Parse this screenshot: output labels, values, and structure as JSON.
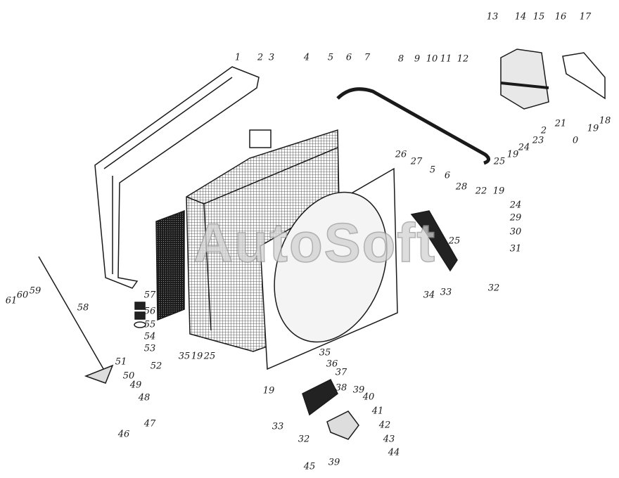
{
  "watermark": "AutoSoft",
  "labels": [
    "1",
    "2",
    "3",
    "4",
    "5",
    "6",
    "7",
    "8",
    "9",
    "10",
    "11",
    "12",
    "13",
    "14",
    "15",
    "16",
    "17",
    "18",
    "19",
    "0",
    "21",
    "2",
    "23",
    "24",
    "19",
    "25",
    "26",
    "27",
    "5",
    "6",
    "28",
    "22",
    "19",
    "24",
    "29",
    "30",
    "31",
    "25",
    "32",
    "33",
    "34",
    "35",
    "36",
    "37",
    "19",
    "38",
    "39",
    "40",
    "41",
    "42",
    "43",
    "44",
    "45",
    "39",
    "32",
    "33",
    "61",
    "60",
    "59",
    "58",
    "57",
    "56",
    "55",
    "54",
    "53",
    "52",
    "35",
    "19",
    "25",
    "51",
    "50",
    "49",
    "48",
    "47",
    "46"
  ],
  "colors": {
    "ink": "#1a1a1a",
    "paper": "#ffffff"
  }
}
